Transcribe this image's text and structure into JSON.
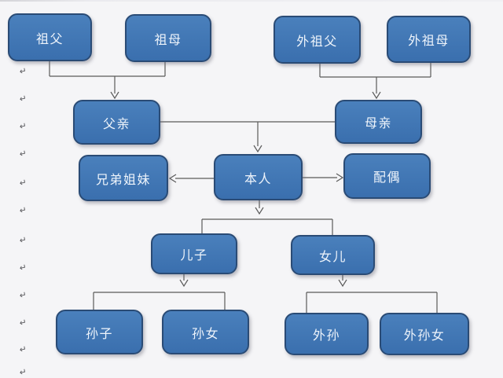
{
  "page": {
    "type": "family-relationship-flowchart-on-document-page",
    "return_mark_glyph": "↵",
    "return_mark_count": 12
  },
  "colors": {
    "background": "#f5f5f7",
    "node_fill_light": "#4a80bc",
    "node_fill_dark": "#3a6fae",
    "node_border": "#2a4b75",
    "node_text": "#eef4fb",
    "connector": "#5a5a5a",
    "mark_color": "#3f3f44"
  },
  "diagram": {
    "nodes": {
      "paternal_grandfather": {
        "label": "祖父"
      },
      "paternal_grandmother": {
        "label": "祖母"
      },
      "maternal_grandfather": {
        "label": "外祖父"
      },
      "maternal_grandmother": {
        "label": "外祖母"
      },
      "father": {
        "label": "父亲"
      },
      "mother": {
        "label": "母亲"
      },
      "siblings": {
        "label": "兄弟姐妹"
      },
      "self": {
        "label": "本人"
      },
      "spouse": {
        "label": "配偶"
      },
      "son": {
        "label": "儿子"
      },
      "daughter": {
        "label": "女儿"
      },
      "grandson": {
        "label": "孙子"
      },
      "granddaughter": {
        "label": "孙女"
      },
      "daughters_son": {
        "label": "外孙"
      },
      "daughters_daughter": {
        "label": "外孙女"
      }
    },
    "edges": [
      {
        "from": [
          "paternal_grandfather",
          "paternal_grandmother"
        ],
        "to": "father",
        "arrow": true
      },
      {
        "from": [
          "maternal_grandfather",
          "maternal_grandmother"
        ],
        "to": "mother",
        "arrow": true
      },
      {
        "from": [
          "father",
          "mother"
        ],
        "to": "self",
        "arrow": true
      },
      {
        "from": "self",
        "to": "siblings",
        "arrow": true
      },
      {
        "from": "self",
        "to": "spouse",
        "arrow": true
      },
      {
        "from": "self",
        "to": [
          "son",
          "daughter"
        ],
        "arrow": true
      },
      {
        "from": "son",
        "to": [
          "grandson",
          "granddaughter"
        ],
        "arrow": true
      },
      {
        "from": "daughter",
        "to": [
          "daughters_son",
          "daughters_daughter"
        ],
        "arrow": true
      }
    ]
  }
}
